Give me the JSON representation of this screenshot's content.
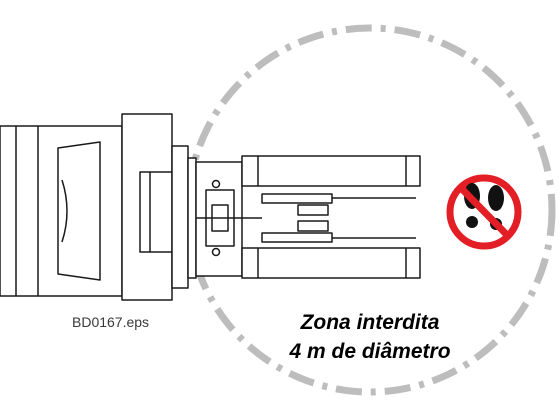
{
  "figure": {
    "file_id": "BD0167.eps",
    "zone_title": "Zona interdita",
    "zone_size": "4 m de diâmetro"
  },
  "colors": {
    "zone_ring": "#bdbdbd",
    "prohibition": "#e31e24",
    "footprints": "#111111",
    "machine_line": "#1a1a1a"
  },
  "icons": {
    "prohibition": "no-footsteps-icon",
    "machine": "lift-forks-top-view"
  }
}
